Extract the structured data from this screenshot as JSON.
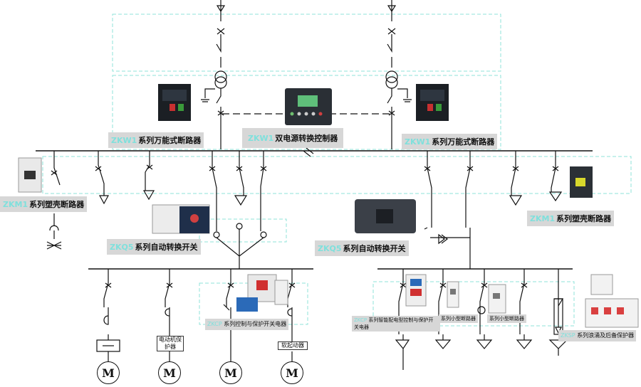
{
  "labels": {
    "acb_left": {
      "brand": "ZKW1",
      "text": "系列万能式断路器"
    },
    "controller": {
      "brand": "ZKW1",
      "text": "双电源转换控制器"
    },
    "acb_right": {
      "brand": "ZKW1",
      "text": "系列万能式断路器"
    },
    "mccb_left": {
      "brand": "ZKM1",
      "text": "系列塑壳断路器"
    },
    "mccb_right": {
      "brand": "ZKM1",
      "text": "系列塑壳断路器"
    },
    "ats_left": {
      "brand": "ZKQ5",
      "text": "系列自动转换开关"
    },
    "ats_right": {
      "brand": "ZKQ5",
      "text": "系列自动转换开关"
    },
    "cps": {
      "brand": "ZKCP",
      "text": "系列控制与保护开关电器"
    },
    "smart_cps": {
      "brand": "ZKCP",
      "text": "系列智能配电型控制与保护开关电器"
    },
    "mcb1": {
      "brand": "",
      "text": "系列小型断路器"
    },
    "mcb2": {
      "brand": "",
      "text": "系列小型断路器"
    },
    "spd": {
      "brand": "ZKSP",
      "text": "系列浪涌及后备保护器"
    }
  },
  "motor_captions": {
    "protector": "电动机保护器",
    "soft_starter": "软起动器"
  },
  "motor_symbol": "M",
  "colors": {
    "wire": "#111111",
    "dashed_frame": "#8fe3d8",
    "label_bg": "#d7d7d7",
    "brand_text": "#7fe0dc"
  }
}
